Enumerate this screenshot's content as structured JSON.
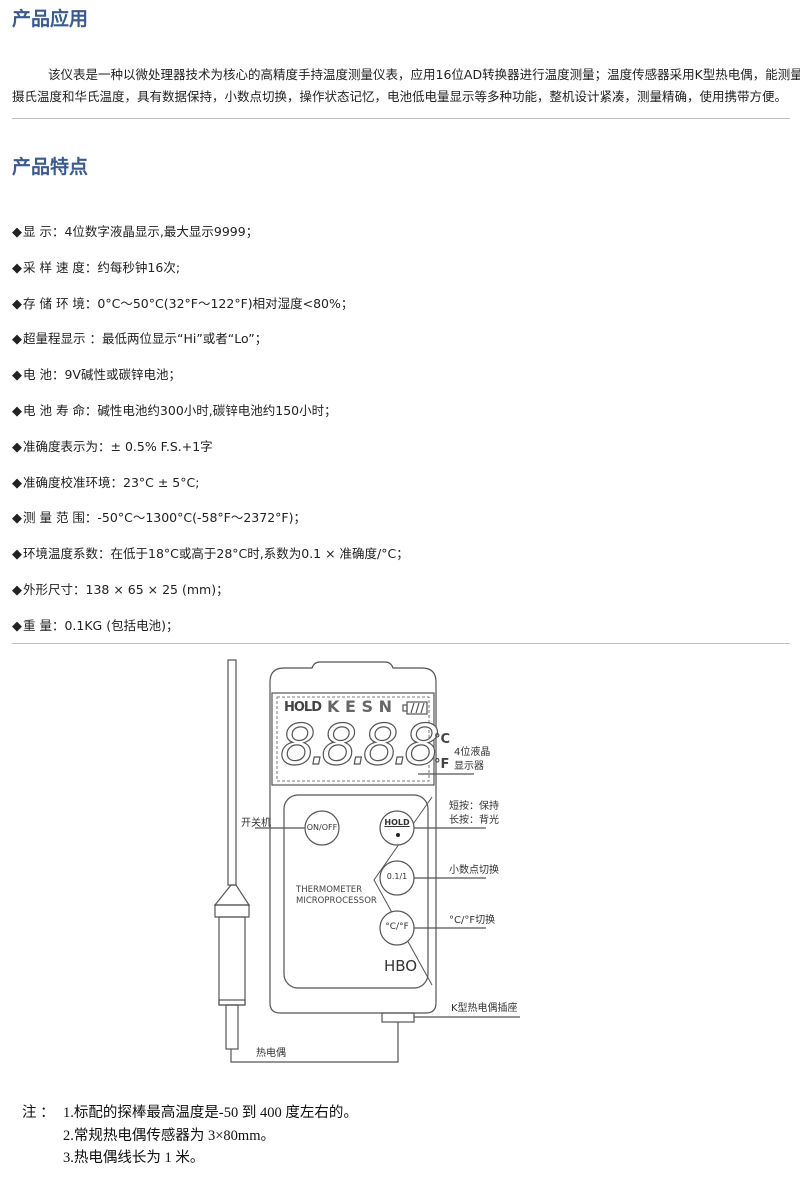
{
  "application": {
    "heading": "产品应用",
    "paragraph_line1": "该仪表是一种以微处理器技术为核心的高精度手持温度测量仪表，应用16位AD转换器进行温度测量；温度传感器采用K型热电偶，能测量",
    "paragraph_line2": "摄氏温度和华氏温度，具有数据保持，小数点切换，操作状态记忆，电池低电量显示等多种功能，整机设计紧凑，测量精确，使用携带方便。"
  },
  "features": {
    "heading": "产品特点",
    "bullet": "◆",
    "items": [
      "显 示：4位数字液晶显示,最大显示9999；",
      "采 样 速 度：约每秒钟16次;",
      "存 储 环 境：0°C～50°C(32°F～122°F)相对湿度<80%；",
      "超量程显示 ：最低两位显示“Hi”或者“Lo”；",
      "电 池：9V碱性或碳锌电池；",
      "电 池 寿 命：碱性电池约300小时,碳锌电池约150小时；",
      "准确度表示为：± 0.5% F.S.+1字",
      "准确度校准环境：23°C ± 5°C;",
      "测 量 范 围：-50°C～1300°C(-58°F～2372°F)；",
      "环境温度系数：在低于18°C或高于28°C时,系数为0.1 × 准确度/°C；",
      "外形尺寸：138 × 65 × 25 (mm)；",
      "重 量：0.1KG (包括电池)；"
    ]
  },
  "diagram": {
    "lcd_hold": "HOLD",
    "lcd_modes": "K E S N",
    "lcd_digits": "8.8.8.8",
    "unit_c": "°C",
    "unit_f": "°F",
    "btn_onoff": "ON/OFF",
    "btn_hold": "HOLD",
    "btn_decimal": "0.1/1",
    "btn_unit": "°C/°F",
    "panel_text1": "THERMOMETER",
    "panel_text2": "MICROPROCESSOR",
    "brand": "HBO",
    "label_power": "开关机",
    "label_lcd1": "4位液晶",
    "label_lcd2": "显示器",
    "label_hold1": "短按：保持",
    "label_hold2": "长按：背光",
    "label_decimal": "小数点切换",
    "label_unit": "°C/°F切换",
    "label_socket": "K型热电偶插座",
    "label_thermocouple": "热电偶"
  },
  "notes": {
    "prefix": "注 ：",
    "items": [
      "1.标配的探棒最高温度是-50 到 400 度左右的。",
      "2.常规热电偶传感器为 3×80mm。",
      "3.热电偶线长为 1 米。"
    ]
  }
}
